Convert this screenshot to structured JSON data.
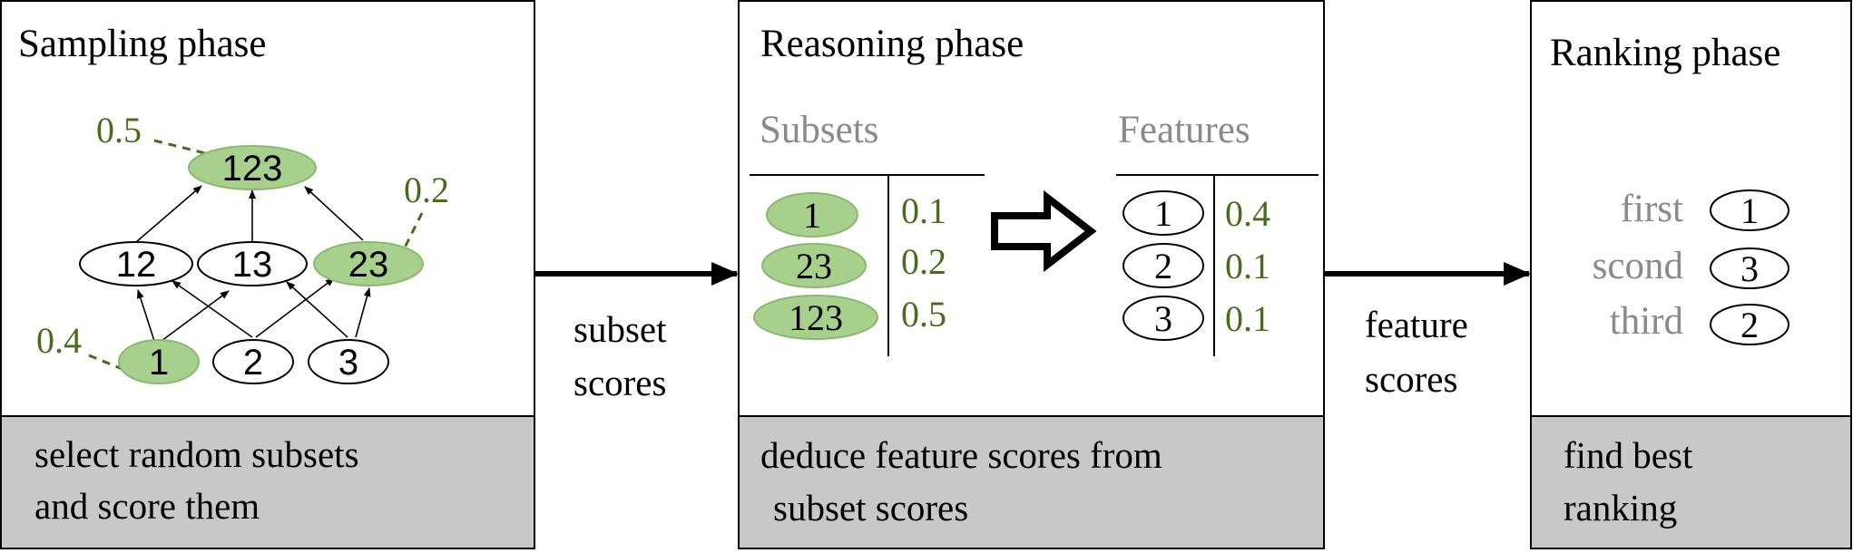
{
  "colors": {
    "green_fill": "#a8d08d",
    "green_stroke": "#8ab86f",
    "green_text": "#4a6b1f",
    "gray_text": "#8a8a8a",
    "caption_bg": "#c8c8c8",
    "black": "#000000"
  },
  "sampling": {
    "title": "Sampling phase",
    "caption_line1": "select random subsets",
    "caption_line2": "and score them",
    "node_123": "123",
    "node_12": "12",
    "node_13": "13",
    "node_23": "23",
    "node_1": "1",
    "node_2": "2",
    "node_3": "3",
    "score_123": "0.5",
    "score_23": "0.2",
    "score_1": "0.4"
  },
  "arrow1": {
    "line1": "subset",
    "line2": "scores"
  },
  "reasoning": {
    "title": "Reasoning phase",
    "subsets_header": "Subsets",
    "features_header": "Features",
    "subsets": [
      {
        "label": "1",
        "score": "0.1"
      },
      {
        "label": "23",
        "score": "0.2"
      },
      {
        "label": "123",
        "score": "0.5"
      }
    ],
    "features": [
      {
        "label": "1",
        "score": "0.4"
      },
      {
        "label": "2",
        "score": "0.1"
      },
      {
        "label": "3",
        "score": "0.1"
      }
    ],
    "caption_line1": "deduce feature scores from",
    "caption_line2": "subset scores"
  },
  "arrow2": {
    "line1": "feature",
    "line2": "scores"
  },
  "ranking": {
    "title": "Ranking phase",
    "items": [
      {
        "rank": "first",
        "feature": "1"
      },
      {
        "rank": "scond",
        "feature": "3"
      },
      {
        "rank": "third",
        "feature": "2"
      }
    ],
    "caption_line1": "find best",
    "caption_line2": "ranking"
  }
}
